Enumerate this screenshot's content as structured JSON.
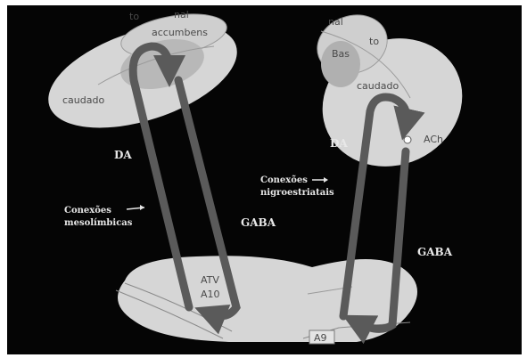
{
  "figure": {
    "left_structure": {
      "region_labels": [
        "to",
        "nal",
        "accumbens",
        "caudado"
      ]
    },
    "right_structure": {
      "region_labels": [
        "nal",
        "to",
        "Bas",
        "caudado",
        "ACh"
      ]
    },
    "brainstem": {
      "labels": [
        "ATV",
        "A10",
        "A9"
      ]
    },
    "pathway_labels": {
      "da_left": "DA",
      "da_right": "DA",
      "gaba_left": "GABA",
      "gaba_right": "GABA",
      "mesolimbic_line1": "Conexões",
      "mesolimbic_line2": "mesolímbicas",
      "nigrostriatal_line1": "Conexões",
      "nigrostriatal_line2": "nigroestriatais"
    },
    "colors": {
      "background": "#050505",
      "tissue": "#d6d6d6",
      "tissue_shade": "#bdbdbd",
      "pathway": "#5a5a5a"
    }
  }
}
